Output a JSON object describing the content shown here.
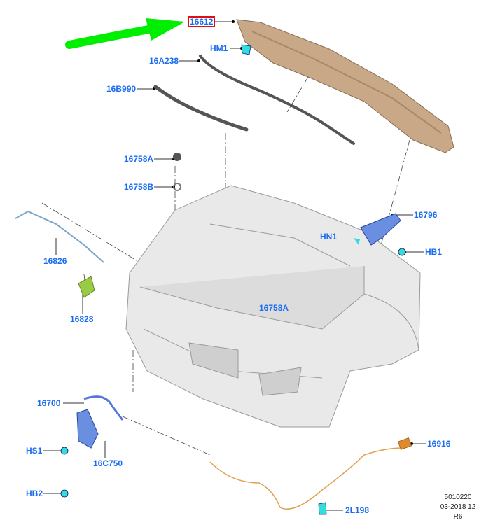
{
  "diagram": {
    "highlighted_part": "16612",
    "labels": {
      "p16612": "16612",
      "hm1": "HM1",
      "p16a238": "16A238",
      "p16b990": "16B990",
      "p16758a_top": "16758A",
      "p16758b": "16758B",
      "p16796": "16796",
      "hn1": "HN1",
      "hb1": "HB1",
      "p16826": "16826",
      "p16828": "16828",
      "p16758a_mid": "16758A",
      "p16700": "16700",
      "hs1": "HS1",
      "p16c750": "16C750",
      "hb2": "HB2",
      "p16916": "16916",
      "p2l198": "2L198"
    },
    "footer": {
      "code": "5010220",
      "date": "03-2018 12",
      "rev": "R6"
    },
    "colors": {
      "label": "#1a6cf0",
      "highlight_box": "#e01010",
      "arrow": "#00ee00",
      "hood": "#c9a887"
    }
  }
}
